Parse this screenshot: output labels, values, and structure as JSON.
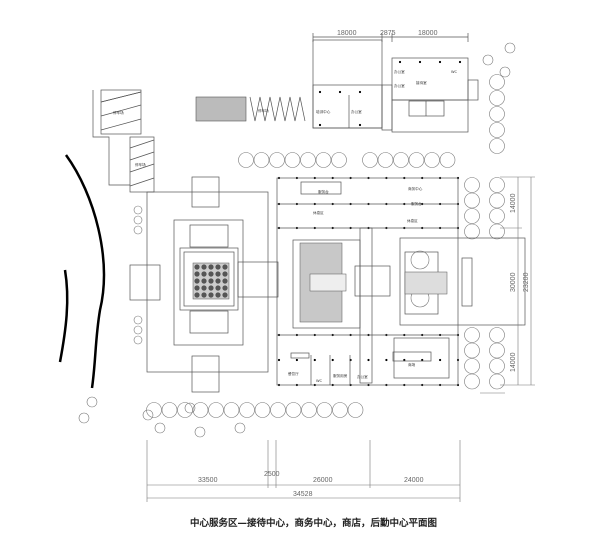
{
  "title": "中心服务区—接待中心，商务中心，商店，后勤中心平面图",
  "dimensions": {
    "top": [
      "18000",
      "2875",
      "18000"
    ],
    "bottom": [
      "33500",
      "2500",
      "26000",
      "24000"
    ],
    "bottom_total": "34528",
    "right": [
      "14000",
      "30000",
      "14000"
    ],
    "right_total": "23200"
  },
  "rooms": {
    "training_center": "培训中心",
    "office_1": "办公室",
    "office_2": "办公室",
    "office_3": "办公室",
    "reception": "接待室",
    "toilet": "WC",
    "parking_1": "停车场",
    "parking_2": "停车场",
    "parking_3": "停车场",
    "service_desk": "服务台",
    "business_center": "商务中心",
    "service_desk_2": "服务台",
    "lounge_1": "休息区",
    "lounge_2": "休息区",
    "dining": "餐饮厅",
    "wc": "WC",
    "service_room": "服务用房",
    "office_4": "办公室",
    "shop": "商场"
  }
}
